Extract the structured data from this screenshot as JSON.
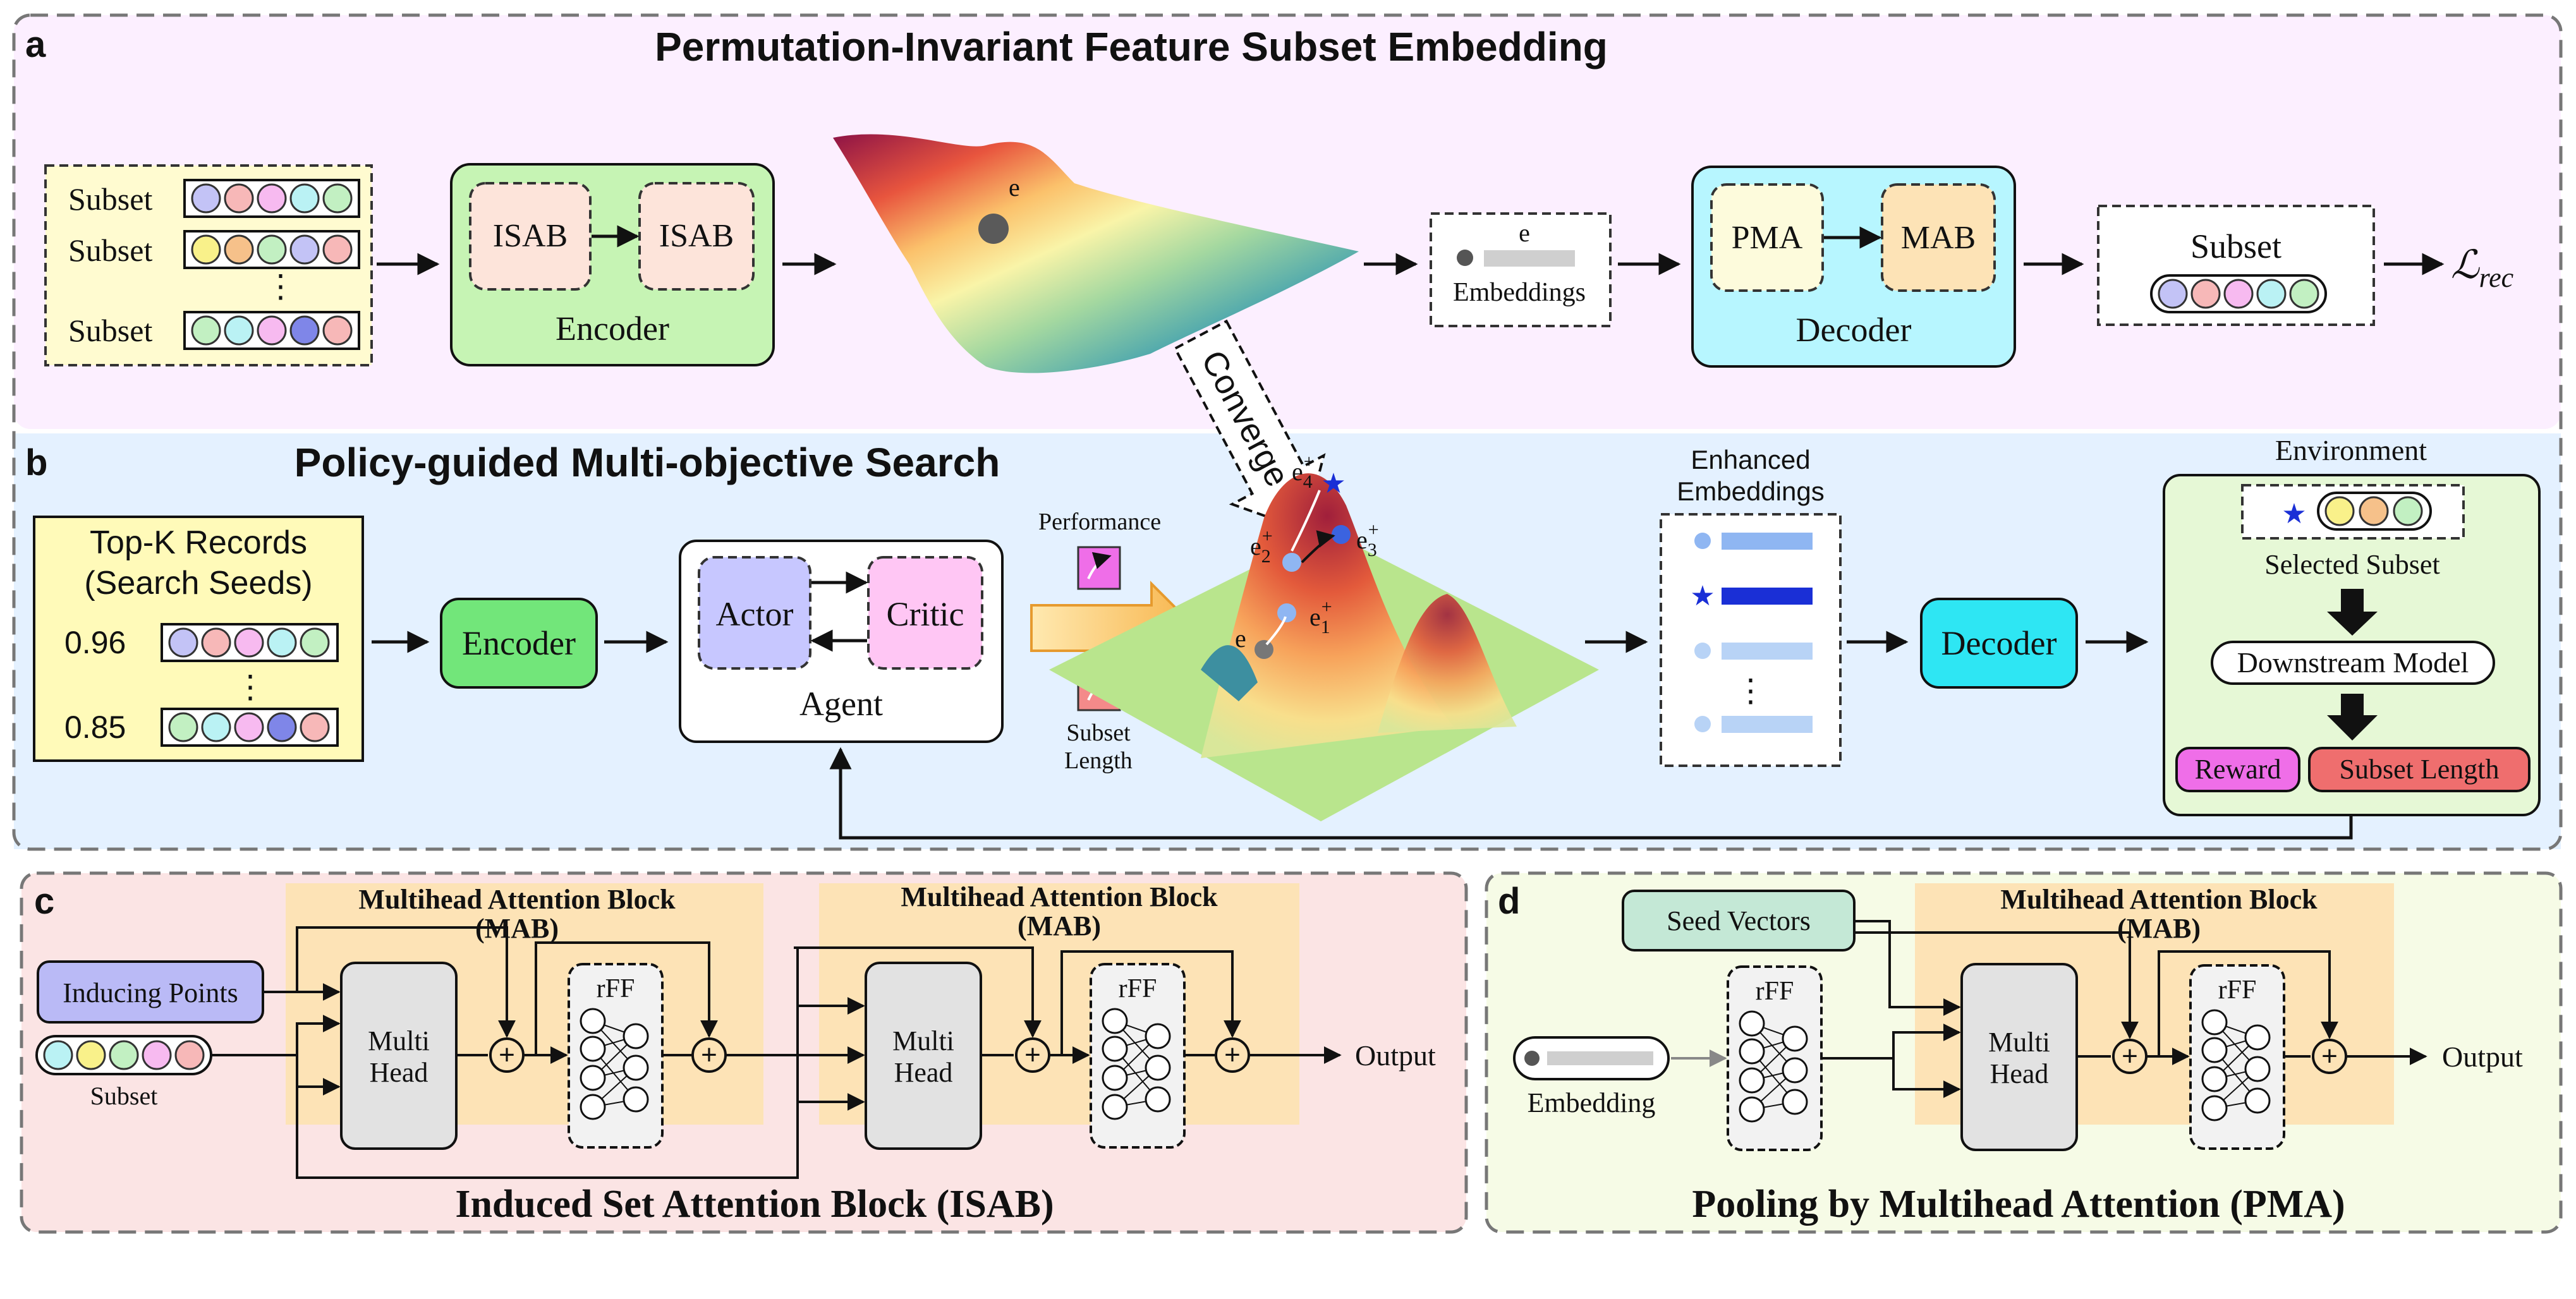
{
  "panel_a": {
    "letter": "a",
    "title": "Permutation-Invariant Feature Subset Embedding",
    "subset_rows": [
      "Subset",
      "Subset",
      "Subset"
    ],
    "encoder_blocks": [
      "ISAB",
      "ISAB"
    ],
    "encoder_label": "Encoder",
    "surface_point": "e",
    "embedding_symbol": "e",
    "embedding_label": "Embeddings",
    "decoder_blocks": [
      "PMA",
      "MAB"
    ],
    "decoder_label": "Decoder",
    "output_subset_label": "Subset",
    "loss_symbol": "ℒ",
    "loss_subscript": "rec",
    "converge_label": "Converge"
  },
  "panel_b": {
    "letter": "b",
    "title": "Policy-guided Multi-objective Search",
    "records_title_1": "Top-K Records",
    "records_title_2": "(Search Seeds)",
    "record_scores": [
      "0.96",
      "0.85"
    ],
    "encoder_label": "Encoder",
    "actor_label": "Actor",
    "critic_label": "Critic",
    "agent_label": "Agent",
    "performance_label": "Performance",
    "subset_length_label_1": "Subset",
    "subset_length_label_2": "Length",
    "point_labels": [
      "e",
      "e",
      "e",
      "e",
      "e"
    ],
    "point_subscripts": [
      "",
      "1",
      "2",
      "3",
      "4"
    ],
    "point_superscripts": [
      "",
      "+",
      "+",
      "+",
      "+"
    ],
    "enhanced_label_1": "Enhanced",
    "enhanced_label_2": "Embeddings",
    "decoder_label": "Decoder",
    "environment_label": "Environment",
    "selected_subset_label": "Selected Subset",
    "downstream_label": "Downstream Model",
    "reward_label": "Reward",
    "subset_length_label": "Subset Length"
  },
  "panel_c": {
    "letter": "c",
    "mab_title_1": "Multihead Attention Block",
    "mab_title_2": "(MAB)",
    "inducing_label": "Inducing Points",
    "subset_label": "Subset",
    "multihead_1": "Multi",
    "multihead_2": "Head",
    "rff_label": "rFF",
    "output_label": "Output",
    "caption": "Induced Set Attention Block (ISAB)"
  },
  "panel_d": {
    "letter": "d",
    "seed_label": "Seed Vectors",
    "mab_title_1": "Multihead Attention Block",
    "mab_title_2": "(MAB)",
    "embedding_label": "Embedding",
    "rff_label": "rFF",
    "multihead_1": "Multi",
    "multihead_2": "Head",
    "output_label": "Output",
    "caption": "Pooling by Multihead Attention (PMA)"
  },
  "colors": {
    "panel_a_bg": "#fcefff",
    "panel_b_bg": "#e4f1ff",
    "panel_c_bg": "#fbe4e4",
    "panel_d_bg": "#f6fbe6",
    "encoder_green": "#c6f4b4",
    "decoder_cyan": "#b7f6ff",
    "seed_yellow": "#fffab9",
    "actor_purple": "#c7c7ff",
    "critic_pink": "#ffc6f4",
    "mab_orange": "#fde3b6",
    "reward_magenta": "#ef6ee8",
    "length_red": "#ef6e6e"
  },
  "icons": [
    "star-icon",
    "arrow-icon",
    "neural-net-icon",
    "down-arrow-icon"
  ]
}
